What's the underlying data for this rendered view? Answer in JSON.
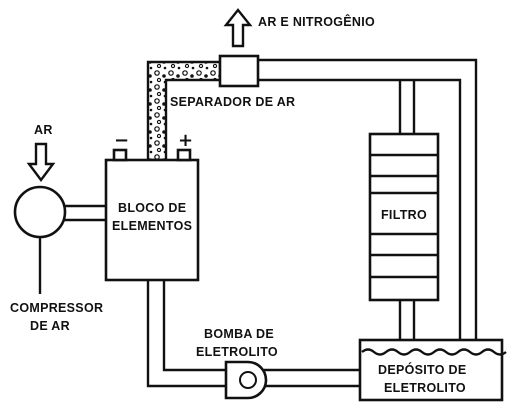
{
  "labels": {
    "ar_nitrogenio": "AR E NITROGÊNIO",
    "separador": "SEPARADOR DE AR",
    "ar": "AR",
    "bloco_line1": "BLOCO DE",
    "bloco_line2": "ELEMENTOS",
    "filtro": "FILTRO",
    "compressor_line1": "COMPRESSOR",
    "compressor_line2": "DE AR",
    "bomba_line1": "BOMBA DE",
    "bomba_line2": "ELETROLITO",
    "deposito_line1": "DEPÓSITO DE",
    "deposito_line2": "ELETROLITO",
    "minus": "−",
    "plus": "+"
  }
}
